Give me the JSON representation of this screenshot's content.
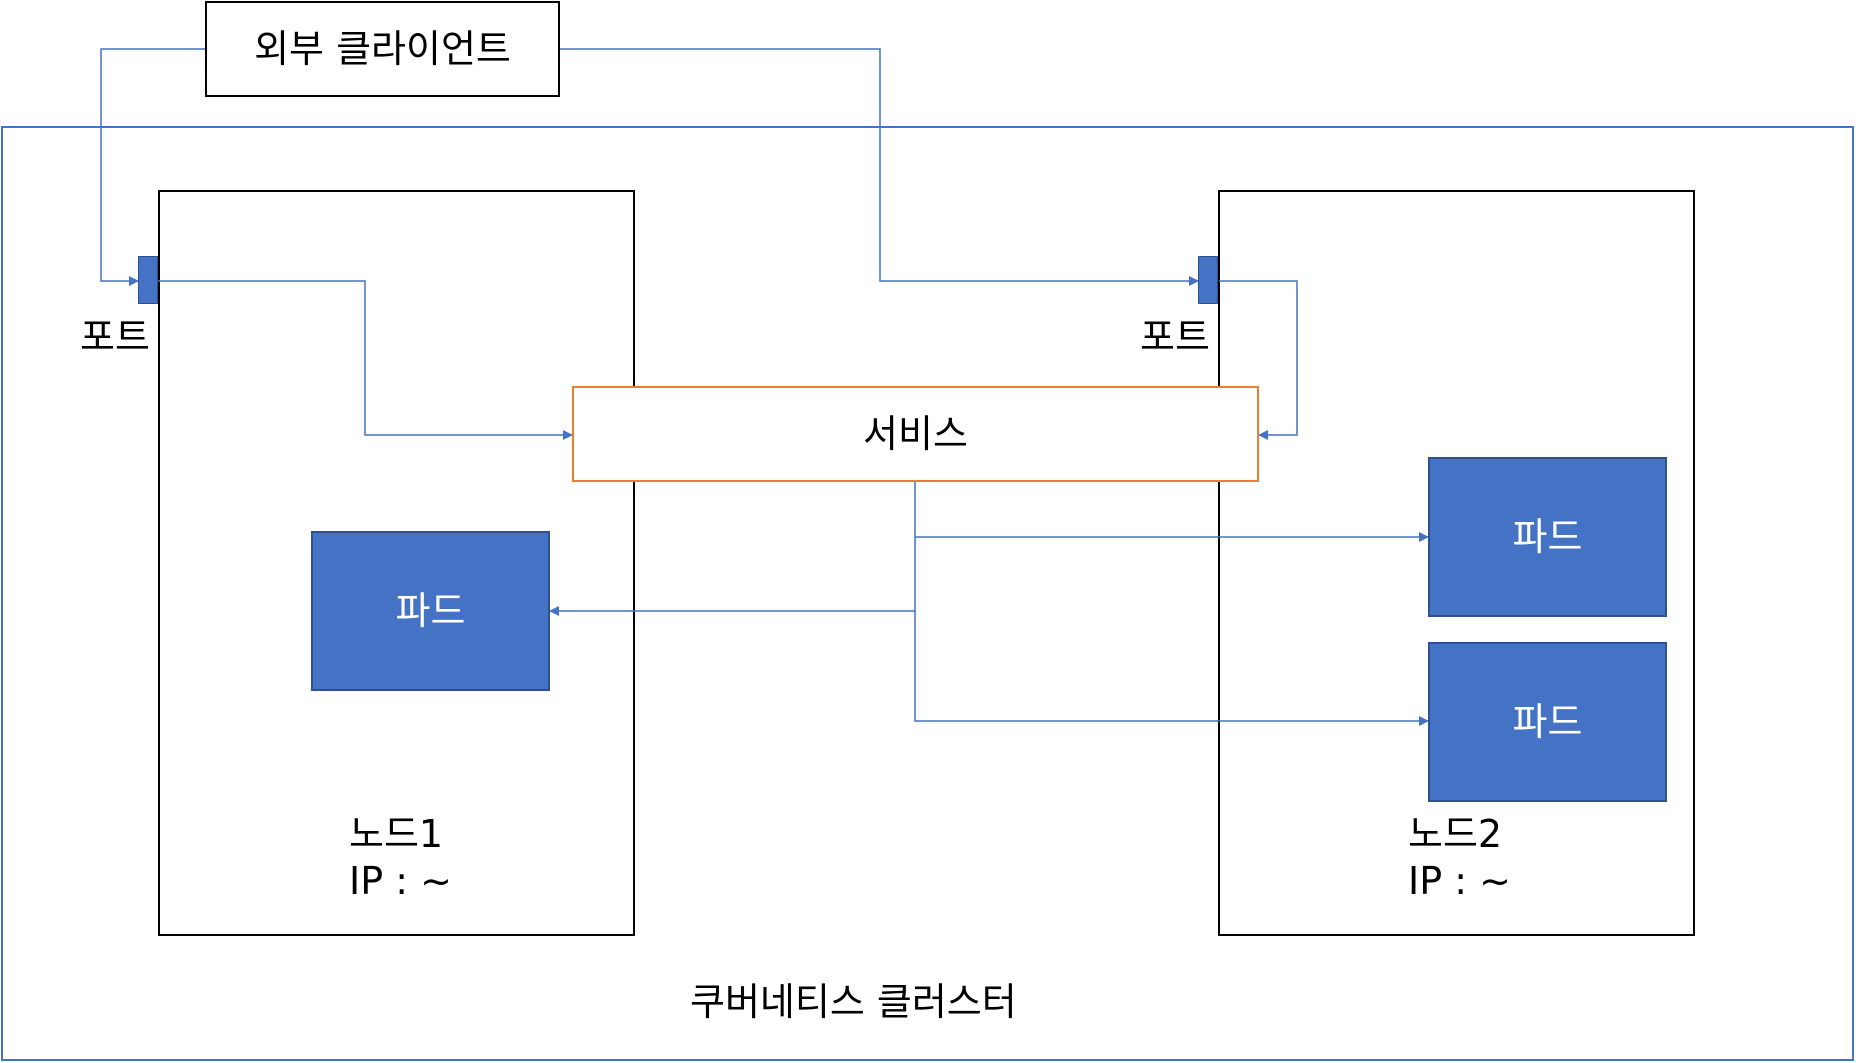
{
  "cluster": {
    "label": "쿠버네티스 클러스터"
  },
  "client": {
    "label": "외부 클라이언트"
  },
  "service": {
    "label": "서비스"
  },
  "node1": {
    "name": "노드1",
    "ip": "IP : ~",
    "port_label": "포트",
    "pods": [
      "파드"
    ]
  },
  "node2": {
    "name": "노드2",
    "ip": "IP : ~",
    "port_label": "포트",
    "pods": [
      "파드",
      "파드"
    ]
  },
  "colors": {
    "accent": "#4472c4",
    "pod_fill": "#4472c4",
    "service_border": "#ed7d31",
    "node_border": "#000000",
    "cluster_border": "#4472c4"
  }
}
